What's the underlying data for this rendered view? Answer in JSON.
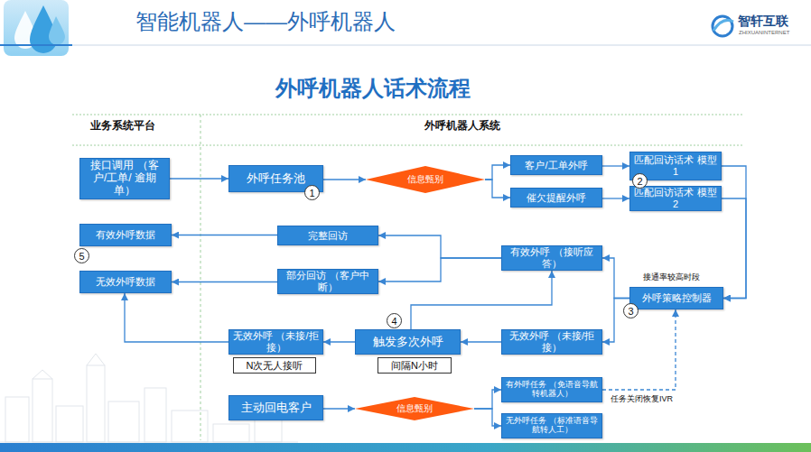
{
  "diagram": {
    "title": "外呼机器人话术流程",
    "nodes": [
      {
        "text": [
          "接口调用 （客户/工单/ 逾期单）"
        ]
      },
      {
        "text": [
          "外呼任务池"
        ]
      },
      {
        "text": [
          "信息甄别"
        ]
      },
      {
        "text": [
          "客户/工单外呼"
        ]
      },
      {
        "text": [
          "催欠提醒外呼"
        ]
      },
      {
        "text": [
          "匹配回访话术 模型1"
        ]
      },
      {
        "text": [
          "匹配回访话术 模型2"
        ]
      },
      {
        "text": [
          "有效外呼数据"
        ]
      },
      {
        "text": [
          "完整回访"
        ]
      },
      {
        "text": [
          "有效外呼 （接听应答）"
        ]
      },
      {
        "text": [
          "无效外呼数据"
        ]
      },
      {
        "text": [
          "部分回访 （客户中断）"
        ]
      },
      {
        "text": [
          "外呼策略控制器"
        ]
      },
      {
        "text": [
          "无效外呼 （未接/拒接）"
        ]
      },
      {
        "text": [
          "触发多次外呼"
        ]
      },
      {
        "text": [
          "无效外呼 （未接/拒接）"
        ]
      },
      {
        "text": [
          "N次无人接听"
        ]
      },
      {
        "text": [
          "间隔N小时"
        ]
      },
      {
        "text": [
          "主动回电客户"
        ]
      },
      {
        "text": [
          "信息甄别"
        ]
      },
      {
        "text": [
          "有外呼任务 （免语音导航转机器人）"
        ]
      },
      {
        "text": [
          "无外呼任务 （标准语音导航转人工）"
        ]
      }
    ],
    "edges": [
      {
        "from": 0,
        "to": 1,
        "arrow": "to"
      },
      {
        "from": 1,
        "to": 2,
        "arrow": "to"
      },
      {
        "from": 2,
        "to": 3,
        "arrow": "to"
      },
      {
        "from": 2,
        "to": 4,
        "arrow": "to"
      },
      {
        "from": 3,
        "to": 5,
        "arrow": "to"
      },
      {
        "from": 4,
        "to": 6,
        "arrow": "to"
      },
      {
        "from": 5,
        "to": 12,
        "arrow": "to"
      },
      {
        "from": 6,
        "to": 12,
        "arrow": "to"
      },
      {
        "from": 12,
        "to": 9,
        "arrow": "to"
      },
      {
        "from": 12,
        "to": 15,
        "arrow": "to"
      },
      {
        "from": 9,
        "to": 8,
        "arrow": "to"
      },
      {
        "from": 9,
        "to": 11,
        "arrow": "to"
      },
      {
        "from": 8,
        "to": 7,
        "arrow": "to"
      },
      {
        "from": 11,
        "to": 10,
        "arrow": "to"
      },
      {
        "from": 15,
        "to": 14,
        "arrow": "to"
      },
      {
        "from": 14,
        "to": 9,
        "arrow": "to"
      },
      {
        "from": 14,
        "to": 13,
        "arrow": "to"
      },
      {
        "from": 13,
        "to": 10,
        "arrow": "to"
      },
      {
        "from": 18,
        "to": 19,
        "arrow": "to"
      },
      {
        "from": 19,
        "to": 20,
        "arrow": "to"
      },
      {
        "from": 19,
        "to": 21,
        "arrow": "to"
      },
      {
        "from": 20,
        "to": 12,
        "label": "任务关闭恢复IVR",
        "arrow": "to"
      }
    ],
    "labels": [
      "智能机器人——外呼机器人",
      "智轩互联",
      "ZHIXUANINTERNET",
      "业务系统平台",
      "外呼机器人系统",
      "1",
      "2",
      "3",
      "4",
      "5",
      "接通率较高时段"
    ]
  }
}
